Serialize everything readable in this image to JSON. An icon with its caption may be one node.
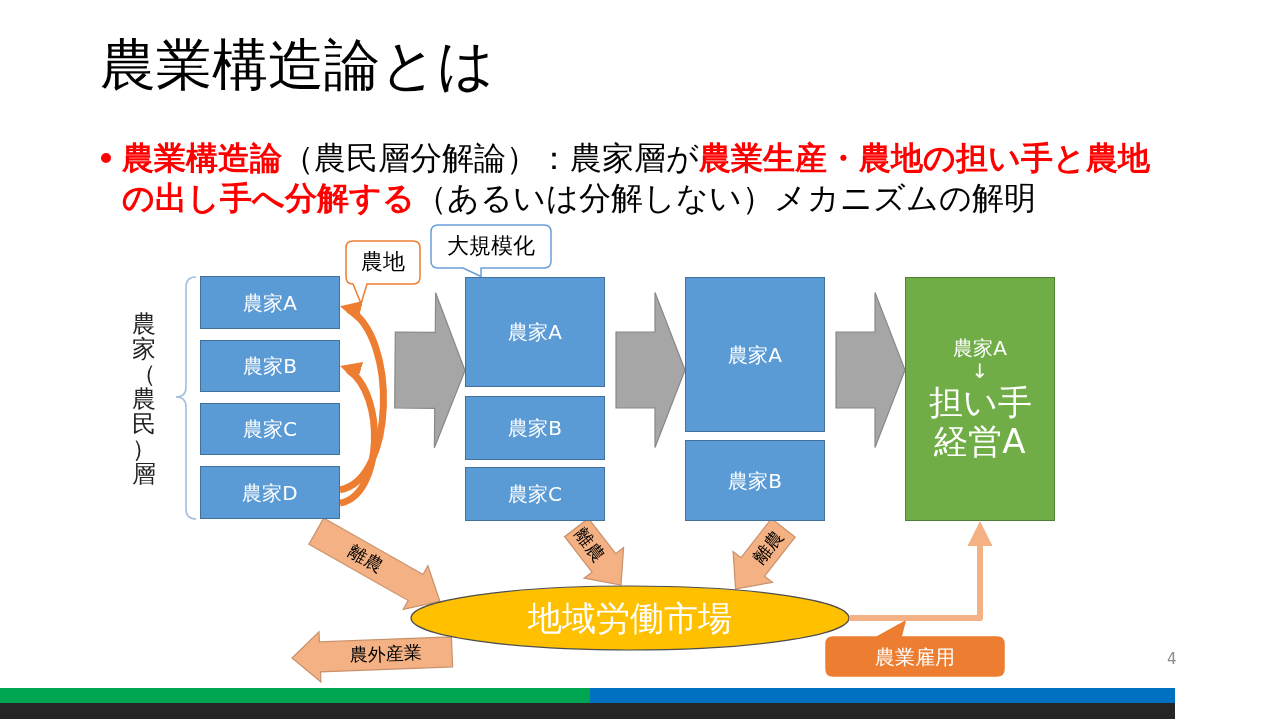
{
  "diagram": {
    "title": "農業構造論とは",
    "nodes": [
      {
        "text": [
          "農家A"
        ]
      },
      {
        "text": [
          "農家B"
        ]
      },
      {
        "text": [
          "農家C"
        ]
      },
      {
        "text": [
          "農家D"
        ]
      },
      {
        "text": [
          "農家A"
        ]
      },
      {
        "text": [
          "農家B"
        ]
      },
      {
        "text": [
          "農家C"
        ]
      },
      {
        "text": [
          "農家A"
        ]
      },
      {
        "text": [
          "農家B"
        ]
      },
      {
        "text": [
          "農家A",
          "↓",
          "担い手経営A"
        ]
      },
      {
        "text": [
          "地域労働市場"
        ]
      },
      {
        "text": [
          "農地"
        ]
      },
      {
        "text": [
          "大規模化"
        ]
      },
      {
        "text": [
          "農業雇用"
        ]
      }
    ],
    "edges": [
      {
        "from": 3,
        "to": 0,
        "arrow": "to",
        "color": "#ed7d31"
      },
      {
        "from": 3,
        "to": 1,
        "arrow": "to",
        "color": "#ed7d31"
      },
      {
        "from": null,
        "to": 4,
        "arrow": "to",
        "style": "thick",
        "color": "#a6a6a6"
      },
      {
        "from": null,
        "to": 7,
        "arrow": "to",
        "style": "thick",
        "color": "#a6a6a6"
      },
      {
        "from": null,
        "to": 9,
        "arrow": "to",
        "style": "thick",
        "color": "#a6a6a6"
      },
      {
        "from": 3,
        "to": 10,
        "arrow": "to",
        "style": "thick",
        "label": "離農"
      },
      {
        "from": 6,
        "to": 10,
        "arrow": "to",
        "style": "thick",
        "label": "離農"
      },
      {
        "from": 8,
        "to": 10,
        "arrow": "to",
        "style": "thick",
        "label": "離農"
      },
      {
        "from": 10,
        "to": null,
        "arrow": "to",
        "style": "thick",
        "label": "農外産業"
      },
      {
        "from": 10,
        "to": 9,
        "arrow": "to"
      }
    ],
    "labels": [
      "**農業構造論**（農民層分解論）：農家層が**農業生産・農地の担い手と農地の出し手へ分解する**（あるいは分解しない）メカニズムの解明",
      "農家（農民）層",
      "4"
    ]
  }
}
